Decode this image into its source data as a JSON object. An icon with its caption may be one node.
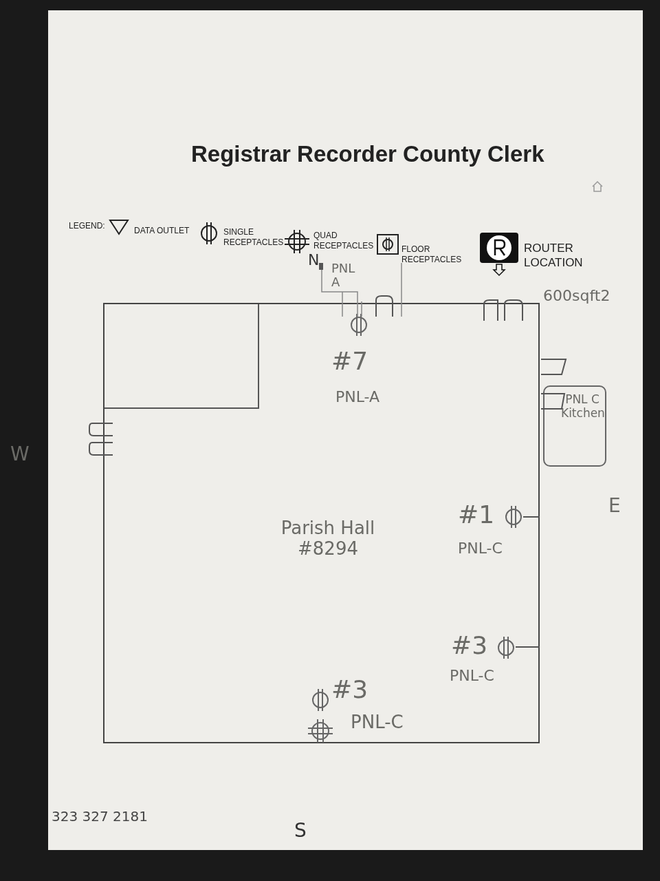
{
  "diagram": {
    "title": "Registrar Recorder County Clerk",
    "nodes": [
      {
        "text": [
          "Parish Hall #8294"
        ]
      },
      {
        "text": [],
        "shape": "box",
        "in": 0
      },
      {
        "text": [
          "PNL C Kitchen"
        ]
      }
    ],
    "labels": [
      "LEGEND:",
      "N",
      "PNL A",
      "600sqft2",
      "#7",
      "PNL-A",
      "W",
      "#1",
      "PNL-C",
      "E",
      "#3",
      "PNL-C",
      "#3",
      "PNL-C",
      "323 327 2181",
      "S"
    ],
    "legend": [
      {
        "text": "DATA OUTLET"
      },
      {
        "text": "SINGLE RECEPTACLES"
      },
      {
        "text": "QUAD RECEPTACLES"
      },
      {
        "text": "FLOOR RECEPTACLES"
      },
      {
        "text": "ROUTER LOCATION"
      }
    ]
  }
}
